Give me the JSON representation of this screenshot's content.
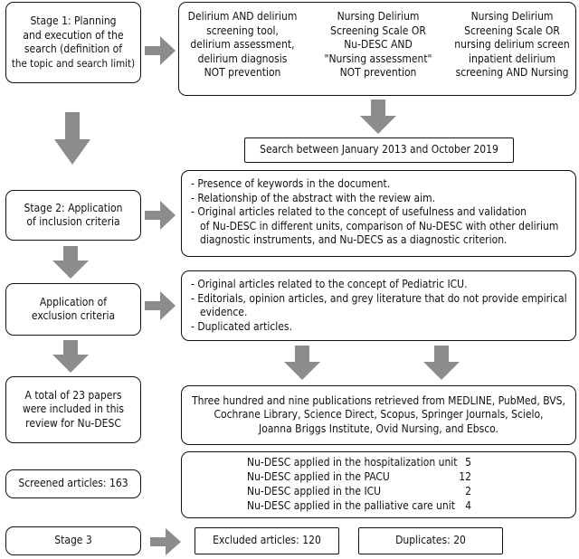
{
  "stage1": {
    "lines": [
      "Stage 1: Planning",
      "and execution of the",
      "search (definition of",
      "the topic and search limit)"
    ]
  },
  "search_strategies": [
    {
      "lines": [
        "Delirium AND delirium",
        "screening tool,",
        "delirium assessment,",
        "delirium diagnosis",
        "NOT prevention"
      ]
    },
    {
      "lines": [
        "Nursing Delirium",
        "Screening Scale OR",
        "Nu-DESC AND",
        "\"Nursing assessment\"",
        "NOT prevention"
      ]
    },
    {
      "lines": [
        "Nursing Delirium",
        "Screening Scale OR",
        "nursing delirium screen",
        "inpatient delirium",
        "screening AND Nursing"
      ]
    }
  ],
  "search_period": "Search between January 2013 and October 2019",
  "stage2": {
    "lines": [
      "Stage 2: Application",
      "of inclusion criteria"
    ]
  },
  "inclusion_criteria": [
    {
      "text": "- Presence of keywords in the document.",
      "indent": false
    },
    {
      "text": "- Relationship of the abstract with the review aim.",
      "indent": false
    },
    {
      "text": "- Original articles related to the concept of usefulness and validation",
      "indent": false
    },
    {
      "text": "of Nu-DESC in different units, comparison of Nu-DESC with other delirium",
      "indent": true
    },
    {
      "text": "diagnostic instruments, and Nu-DECS as a diagnostic criterion.",
      "indent": true
    }
  ],
  "exclusion_stage": {
    "lines": [
      "Application of",
      "exclusion criteria"
    ]
  },
  "exclusion_criteria": [
    {
      "text": "- Original articles related to the concept of Pediatric ICU.",
      "indent": false
    },
    {
      "text": "- Editorials, opinion articles, and grey literature that do not provide empirical",
      "indent": false
    },
    {
      "text": "evidence.",
      "indent": true
    },
    {
      "text": "- Duplicated articles.",
      "indent": false
    }
  ],
  "included": {
    "lines": [
      "A total of 23 papers",
      "were included in this",
      "review for Nu-DESC"
    ]
  },
  "retrieved": {
    "lines": [
      "Three hundred and nine publications retrieved from MEDLINE, PubMed, BVS,",
      "Cochrane Library, Science Direct, Scopus, Springer Journals, Scielo,",
      "Joanna Briggs Institute, Ovid Nursing, and Ebsco."
    ]
  },
  "screened": "Screened articles: 163",
  "settings": [
    {
      "label": "Nu-DESC applied in the hospitalization unit",
      "value": "5"
    },
    {
      "label": "Nu-DESC applied in the PACU",
      "value": "12"
    },
    {
      "label": "Nu-DESC applied in the ICU",
      "value": "2"
    },
    {
      "label": "Nu-DESC applied in the palliative care unit",
      "value": "4"
    }
  ],
  "stage3": "Stage 3",
  "excluded": "Excluded articles: 120",
  "duplicates": "Duplicates: 20",
  "colors": {
    "arrow": "#8c8c8c",
    "border": "#111111"
  }
}
